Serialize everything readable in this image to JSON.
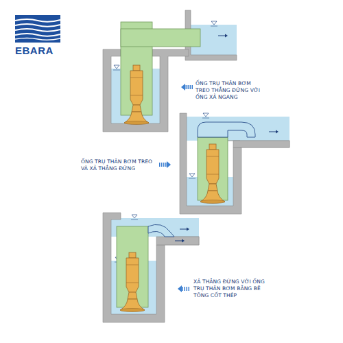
{
  "diagram": {
    "labels": [
      "EBARA",
      "ỐNG TRỤ THÂN BƠM TREO THẲNG ĐỨNG VỚI ỐNG XẢ NGANG",
      "ỐNG TRỤ THÂN BƠM TREO VÀ XẢ THẲNG ĐỨNG",
      "XẢ THẲNG ĐỨNG VỚI ỐNG TRỤ THÂN BƠM BẰNG BÊ TÔNG CỐT THÉP"
    ]
  }
}
